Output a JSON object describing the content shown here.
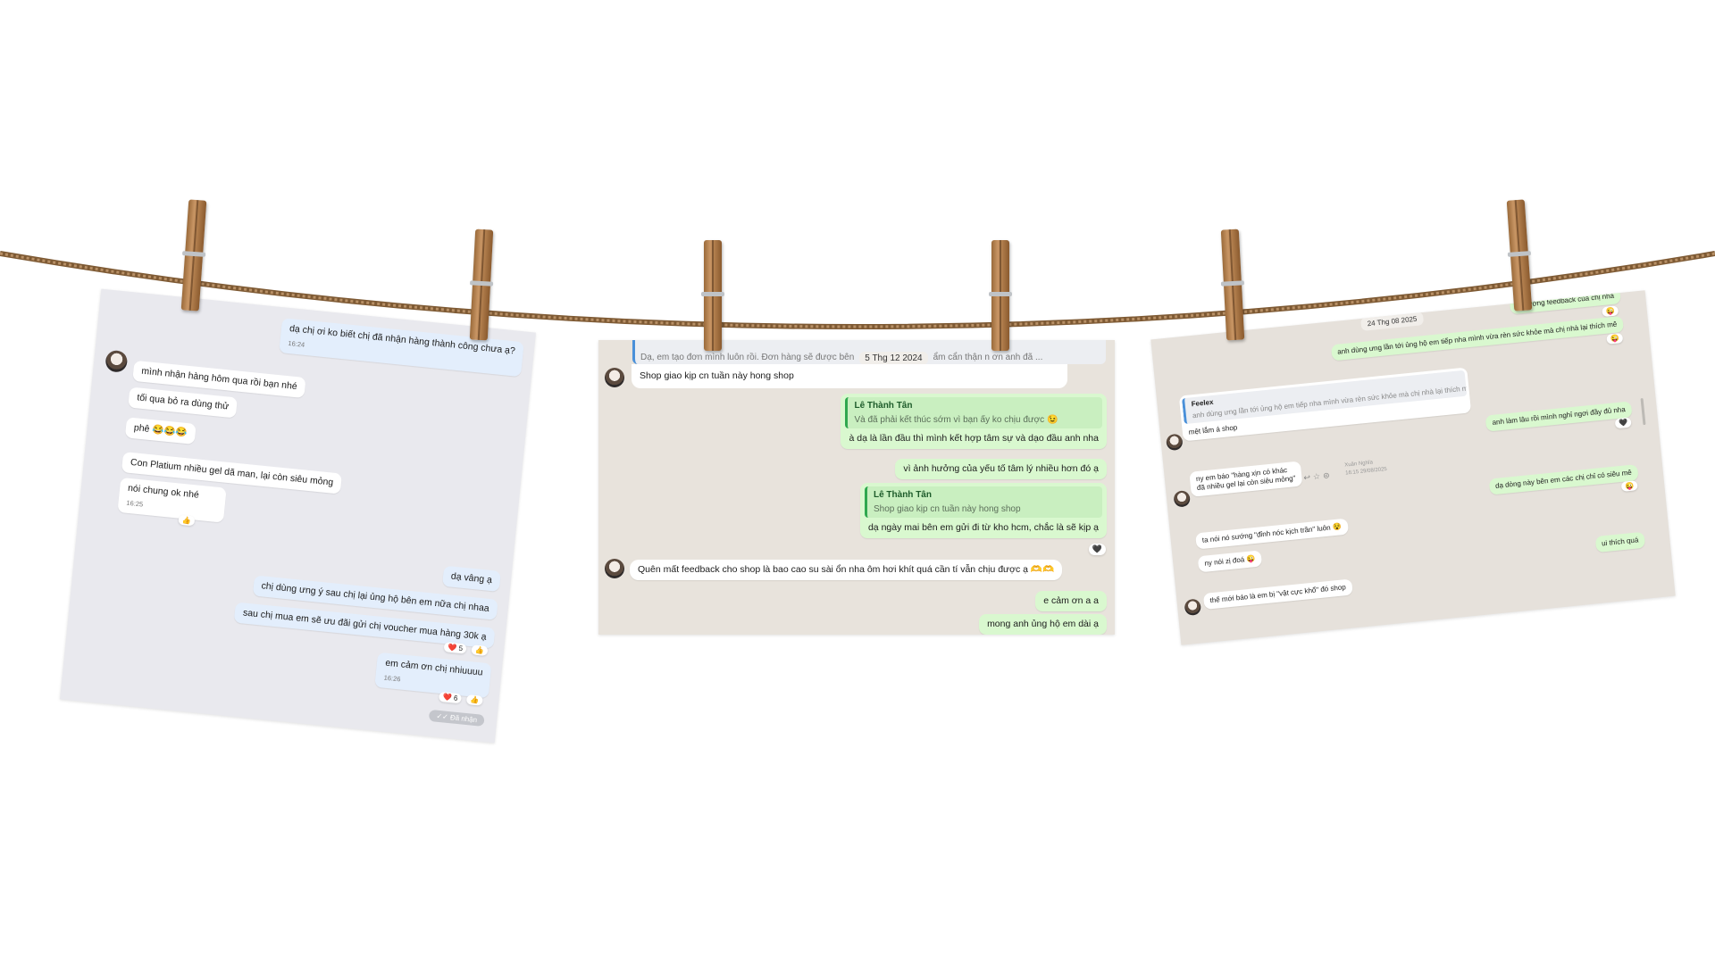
{
  "left_chat": {
    "outgoing_first": {
      "text": "dạ chị ơi ko biết chị đã nhận hàng thành công chưa ạ?",
      "time": "16:24"
    },
    "incoming": [
      {
        "text": "mình nhận hàng hôm qua rồi bạn nhé"
      },
      {
        "text": "tối qua bỏ ra dùng thử"
      },
      {
        "text": "phê 😂😂😂"
      },
      {
        "text": "Con Platium nhiều gel dã man, lại còn siêu mỏng"
      },
      {
        "text": "nói chung ok nhé",
        "time": "16:25",
        "reaction": "👍"
      }
    ],
    "outgoing": [
      {
        "text": "dạ vâng ạ"
      },
      {
        "text": "chị dùng ưng ý sau chị lại ủng hộ bên em nữa chị nhaa"
      },
      {
        "text": "sau chị mua em sẽ ưu đãi gửi chị voucher mua hàng 30k ạ",
        "reaction": "❤️ 5",
        "reaction2": "👍"
      },
      {
        "text": "em cảm ơn chị nhiuuuu",
        "time": "16:26",
        "reaction": "❤️ 6",
        "reaction2": "👍"
      }
    ],
    "status": "✓✓ Đã nhận"
  },
  "mid_chat": {
    "top_quote_left": "Dạ, em tạo đơn    mình luôn rồi. Đơn hàng sẽ được bên",
    "top_quote_right": "ẩm cẩn thận    n ơn anh đã ...",
    "date": "5 Thg 12 2024",
    "msg_shop_giao": "Shop giao kịp cn tuần này hong shop",
    "reply1": {
      "quote_name": "Lê Thành Tân",
      "quote_text": "Và đã phải kết thúc sớm vì bạn ấy ko chịu được 😉",
      "text": "à dạ là lần đầu thì mình kết hợp tâm sự và dạo đầu anh nha"
    },
    "msg_tam_ly": "vì ảnh hưởng của yếu tố tâm lý nhiều hơn đó ạ",
    "reply2": {
      "quote_name": "Lê Thành Tân",
      "quote_text": "Shop giao kịp cn tuần này hong shop",
      "text": "dạ ngày mai bên em gửi đi từ kho hcm, chắc là sẽ kịp ạ",
      "reaction": "🖤"
    },
    "msg_feedback": "Quên mất feedback cho shop là bao cao su sài ổn nha ôm hơi khít quá cần tí vẫn chịu được ạ 🫶🫶",
    "msg_cam_on": "e cảm ơn a a",
    "msg_ung_ho": "mong anh ủng hộ em dài ạ"
  },
  "right_chat": {
    "msg_top": "ôi sướng feedback của chị nhà",
    "msg_top_reaction": "😜",
    "date": "24 Thg 08 2025",
    "msg_anh_dung": "anh dùng ưng lần tới ủng hộ em tiếp nha mình vừa rèn sức khỏe mà chị nhà lại thích mê",
    "msg_anh_dung_reaction": "😜",
    "reply": {
      "quote_name": "Feelex",
      "quote_text": "anh dùng ưng lần tới ủng hộ em tiếp nha mình vừa rèn sức khỏe mà chị nhà lại thích mê",
      "text": "mệt lắm á shop"
    },
    "msg_anh_lam": "anh làm lâu rồi mình nghỉ ngơi đầy đủ nha",
    "msg_anh_lam_reaction": "🖤",
    "msg_ny_bao": "ny em báo \"hàng xịn có khác\nđã nhiều gel lại còn siêu mỏng\"",
    "sender_name": "Xuân Nghĩa",
    "sender_time": "16:15 29/08/2025",
    "msg_da_dong": "dạ dòng này bên em các chị chỉ có siêu mê",
    "msg_da_dong_reaction": "😜",
    "msg_ta_noi": "ta nói nó sướng \"đỉnh nóc kịch trần\" luôn 😵",
    "msg_ny_noi": "ny nói zị đoá 😜",
    "msg_ui": "ui thích quá",
    "msg_the_moi": "thế mới báo là em bị \"vật cực khổ\" đó shop"
  },
  "colors": {
    "rope": "#8a6238",
    "outgoing_blue": "#e3eefc",
    "outgoing_green": "#d9f8cf",
    "clothespin": "#c89564"
  }
}
